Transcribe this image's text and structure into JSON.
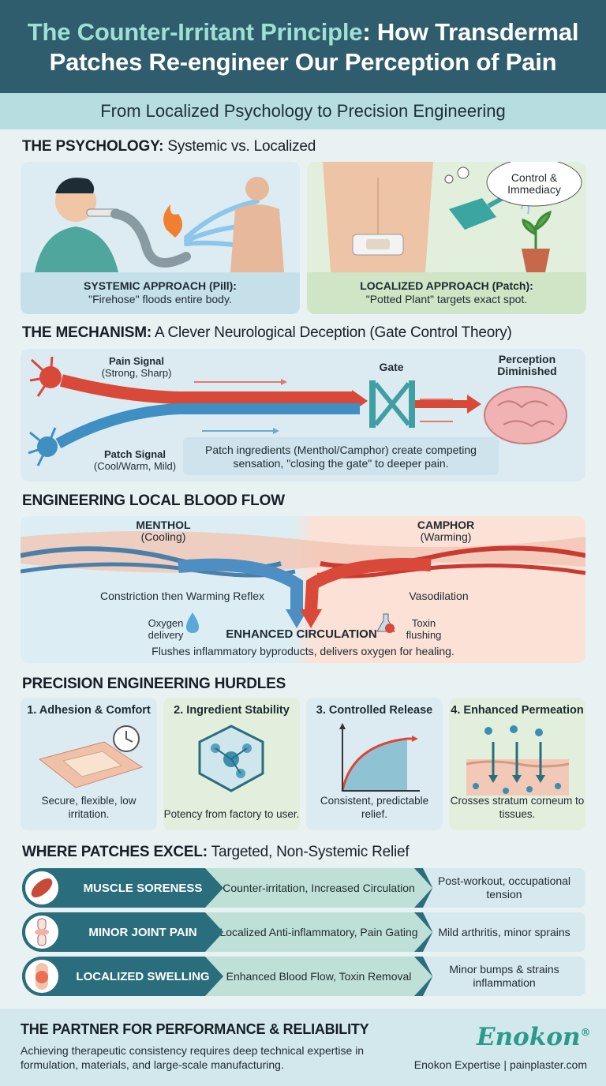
{
  "header": {
    "title_accent": "The Counter-Irritant Principle",
    "title_rest": ": How Transdermal Patches Re-engineer Our Perception of Pain"
  },
  "subtitle": "From Localized Psychology to Precision Engineering",
  "psychology": {
    "head_bold": "THE PSYCHOLOGY:",
    "head_rest": " Systemic vs. Localized",
    "systemic_title": "SYSTEMIC APPROACH (Pill):",
    "systemic_text": "\"Firehose\" floods entire body.",
    "localized_title": "LOCALIZED APPROACH (Patch):",
    "localized_text": "\"Potted Plant\" targets exact spot.",
    "bubble": "Control & Immediacy"
  },
  "mechanism": {
    "head_bold": "THE MECHANISM:",
    "head_rest": " A Clever Neurological Deception (Gate Control Theory)",
    "pain_signal": "Pain Signal",
    "pain_sub": "(Strong, Sharp)",
    "patch_signal": "Patch Signal",
    "patch_sub": "(Cool/Warm, Mild)",
    "gate": "Gate",
    "perception": "Perception Diminished",
    "note": "Patch ingredients (Menthol/Camphor) create competing sensation, \"closing the gate\" to deeper pain."
  },
  "bloodflow": {
    "head": "ENGINEERING LOCAL BLOOD FLOW",
    "menthol": "MENTHOL",
    "menthol_sub": "(Cooling)",
    "camphor": "CAMPHOR",
    "camphor_sub": "(Warming)",
    "constriction": "Constriction then Warming Reflex",
    "vasodilation": "Vasodilation",
    "oxygen": "Oxygen delivery",
    "toxin": "Toxin flushing",
    "enhanced": "ENHANCED CIRCULATION",
    "note": "Flushes inflammatory byproducts, delivers oxygen for healing."
  },
  "hurdles": {
    "head": "PRECISION ENGINEERING HURDLES",
    "items": [
      {
        "title": "1. Adhesion & Comfort",
        "text": "Secure, flexible, low irritation."
      },
      {
        "title": "2. Ingredient Stability",
        "text": "Potency from factory to user."
      },
      {
        "title": "3. Controlled Release",
        "text": "Consistent, predictable relief."
      },
      {
        "title": "4. Enhanced Permeation",
        "text": "Crosses stratum corneum to tissues."
      }
    ]
  },
  "excel": {
    "head_bold": "WHERE PATCHES EXCEL:",
    "head_rest": " Targeted, Non-Systemic Relief",
    "rows": [
      {
        "name": "MUSCLE SORENESS",
        "mech": "Counter-irritation, Increased Circulation",
        "use": "Post-workout, occupational tension",
        "icon": "muscle-icon"
      },
      {
        "name": "MINOR JOINT PAIN",
        "mech": "Localized Anti-inflammatory, Pain Gating",
        "use": "Mild arthritis, minor sprains",
        "icon": "joint-icon"
      },
      {
        "name": "LOCALIZED SWELLING",
        "mech": "Enhanced Blood Flow, Toxin Removal",
        "use": "Minor bumps & strains inflammation",
        "icon": "swelling-icon"
      }
    ]
  },
  "footer": {
    "head": "THE PARTNER FOR PERFORMANCE & RELIABILITY",
    "text": "Achieving therapeutic consistency requires deep technical expertise in formulation, materials, and large-scale manufacturing.",
    "brand": "Enokon",
    "reg": "®",
    "tagline": "Enokon Expertise | painplaster.com"
  },
  "colors": {
    "header": "#2f5d6e",
    "accent": "#9fe0d2",
    "pain": "#d9493a",
    "patch": "#3f8fc2",
    "teal": "#2a6d7c",
    "brand": "#2a9a8a"
  }
}
